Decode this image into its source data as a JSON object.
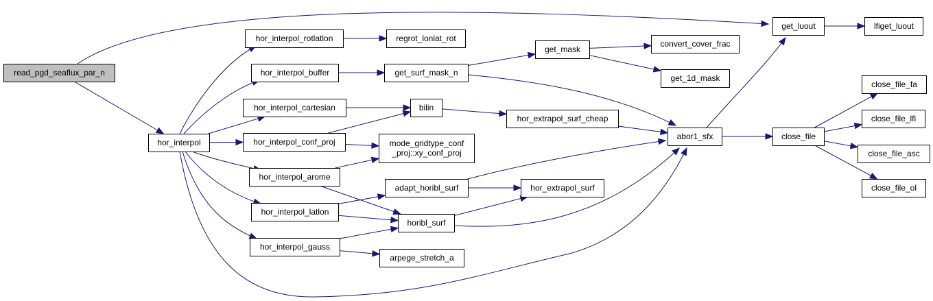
{
  "diagram": {
    "type": "call-graph",
    "edge_color": "#191970",
    "root_fill": "#bfbfbf",
    "nodes": [
      {
        "id": "read_pgd_seaflux_par_n",
        "label": [
          "read_pgd_seaflux_par_n"
        ],
        "root": true
      },
      {
        "id": "hor_interpol",
        "label": [
          "hor_interpol"
        ]
      },
      {
        "id": "get_luout",
        "label": [
          "get_luout"
        ]
      },
      {
        "id": "lfiget_luout",
        "label": [
          "lfiget_luout"
        ]
      },
      {
        "id": "hor_interpol_rotlatlon",
        "label": [
          "hor_interpol_rotlatlon"
        ]
      },
      {
        "id": "regrot_lonlat_rot",
        "label": [
          "regrot_lonlat_rot"
        ]
      },
      {
        "id": "hor_interpol_buffer",
        "label": [
          "hor_interpol_buffer"
        ]
      },
      {
        "id": "get_surf_mask_n",
        "label": [
          "get_surf_mask_n"
        ]
      },
      {
        "id": "get_mask",
        "label": [
          "get_mask"
        ]
      },
      {
        "id": "convert_cover_frac",
        "label": [
          "convert_cover_frac"
        ]
      },
      {
        "id": "get_1d_mask",
        "label": [
          "get_1d_mask"
        ]
      },
      {
        "id": "hor_interpol_cartesian",
        "label": [
          "hor_interpol_cartesian"
        ]
      },
      {
        "id": "bilin",
        "label": [
          "bilin"
        ]
      },
      {
        "id": "hor_extrapol_surf_cheap",
        "label": [
          "hor_extrapol_surf_cheap"
        ]
      },
      {
        "id": "abor1_sfx",
        "label": [
          "abor1_sfx"
        ]
      },
      {
        "id": "close_file",
        "label": [
          "close_file"
        ]
      },
      {
        "id": "close_file_fa",
        "label": [
          "close_file_fa"
        ]
      },
      {
        "id": "close_file_lfi",
        "label": [
          "close_file_lfi"
        ]
      },
      {
        "id": "close_file_asc",
        "label": [
          "close_file_asc"
        ]
      },
      {
        "id": "close_file_ol",
        "label": [
          "close_file_ol"
        ]
      },
      {
        "id": "hor_interpol_conf_proj",
        "label": [
          "hor_interpol_conf_proj"
        ]
      },
      {
        "id": "mode_gridtype_conf_proj",
        "label": [
          "mode_gridtype_conf",
          "_proj::xy_conf_proj"
        ]
      },
      {
        "id": "hor_interpol_arome",
        "label": [
          "hor_interpol_arome"
        ]
      },
      {
        "id": "adapt_horibl_surf",
        "label": [
          "adapt_horibl_surf"
        ]
      },
      {
        "id": "hor_extrapol_surf",
        "label": [
          "hor_extrapol_surf"
        ]
      },
      {
        "id": "hor_interpol_latlon",
        "label": [
          "hor_interpol_latlon"
        ]
      },
      {
        "id": "horibl_surf",
        "label": [
          "horibl_surf"
        ]
      },
      {
        "id": "hor_interpol_gauss",
        "label": [
          "hor_interpol_gauss"
        ]
      },
      {
        "id": "arpege_stretch_a",
        "label": [
          "arpege_stretch_a"
        ]
      }
    ],
    "edges": [
      [
        "read_pgd_seaflux_par_n",
        "get_luout"
      ],
      [
        "read_pgd_seaflux_par_n",
        "hor_interpol"
      ],
      [
        "hor_interpol",
        "hor_interpol_rotlatlon"
      ],
      [
        "hor_interpol",
        "hor_interpol_buffer"
      ],
      [
        "hor_interpol",
        "hor_interpol_cartesian"
      ],
      [
        "hor_interpol",
        "hor_interpol_conf_proj"
      ],
      [
        "hor_interpol",
        "hor_interpol_arome"
      ],
      [
        "hor_interpol",
        "hor_interpol_latlon"
      ],
      [
        "hor_interpol",
        "hor_interpol_gauss"
      ],
      [
        "hor_interpol",
        "abor1_sfx"
      ],
      [
        "hor_interpol_rotlatlon",
        "regrot_lonlat_rot"
      ],
      [
        "hor_interpol_buffer",
        "get_surf_mask_n"
      ],
      [
        "get_surf_mask_n",
        "get_mask"
      ],
      [
        "get_surf_mask_n",
        "abor1_sfx"
      ],
      [
        "get_mask",
        "convert_cover_frac"
      ],
      [
        "get_mask",
        "get_1d_mask"
      ],
      [
        "hor_interpol_cartesian",
        "bilin"
      ],
      [
        "hor_interpol_conf_proj",
        "bilin"
      ],
      [
        "hor_interpol_conf_proj",
        "mode_gridtype_conf_proj"
      ],
      [
        "bilin",
        "hor_extrapol_surf_cheap"
      ],
      [
        "hor_extrapol_surf_cheap",
        "abor1_sfx"
      ],
      [
        "hor_interpol_arome",
        "mode_gridtype_conf_proj"
      ],
      [
        "hor_interpol_arome",
        "horibl_surf"
      ],
      [
        "hor_interpol_latlon",
        "adapt_horibl_surf"
      ],
      [
        "hor_interpol_latlon",
        "horibl_surf"
      ],
      [
        "hor_interpol_gauss",
        "horibl_surf"
      ],
      [
        "hor_interpol_gauss",
        "arpege_stretch_a"
      ],
      [
        "adapt_horibl_surf",
        "abor1_sfx"
      ],
      [
        "adapt_horibl_surf",
        "hor_extrapol_surf"
      ],
      [
        "horibl_surf",
        "hor_extrapol_surf"
      ],
      [
        "horibl_surf",
        "abor1_sfx"
      ],
      [
        "abor1_sfx",
        "get_luout"
      ],
      [
        "abor1_sfx",
        "close_file"
      ],
      [
        "get_luout",
        "lfiget_luout"
      ],
      [
        "close_file",
        "close_file_fa"
      ],
      [
        "close_file",
        "close_file_lfi"
      ],
      [
        "close_file",
        "close_file_asc"
      ],
      [
        "close_file",
        "close_file_ol"
      ]
    ]
  }
}
